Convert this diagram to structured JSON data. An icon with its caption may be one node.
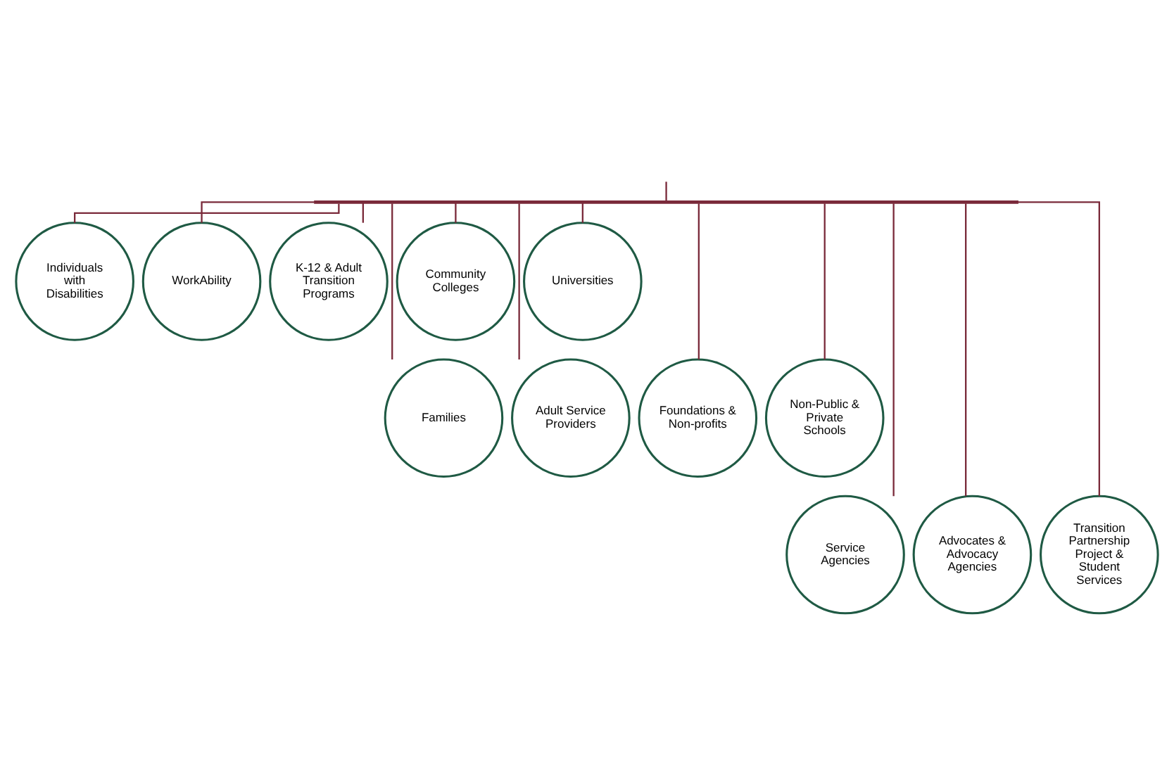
{
  "diagram": {
    "nodes": [
      {
        "text": [
          "Individuals with Disabilities"
        ]
      },
      {
        "text": [
          "WorkAbility"
        ]
      },
      {
        "text": [
          "K-12 & Adult Transition Programs"
        ]
      },
      {
        "text": [
          "Community Colleges"
        ]
      },
      {
        "text": [
          "Universities"
        ]
      },
      {
        "text": [
          "Families"
        ]
      },
      {
        "text": [
          "Adult Service Providers"
        ]
      },
      {
        "text": [
          "Foundations & Non-profits"
        ]
      },
      {
        "text": [
          "Non-Public & Private Schools"
        ]
      },
      {
        "text": [
          "Service Agencies"
        ]
      },
      {
        "text": [
          "Advocates & Advocacy Agencies"
        ]
      },
      {
        "text": [
          "Transition Partnership Project & Student Services"
        ]
      },
      {
        "text": [],
        "shape": "bar"
      }
    ],
    "edges": [
      {
        "from": null,
        "to": 12,
        "arrow": "none"
      },
      {
        "from": 12,
        "to": 0,
        "arrow": "none"
      },
      {
        "from": 12,
        "to": 5,
        "arrow": "none"
      },
      {
        "from": 12,
        "to": 1,
        "arrow": "none"
      },
      {
        "from": 12,
        "to": 9,
        "arrow": "none"
      },
      {
        "from": 12,
        "to": 6,
        "arrow": "none"
      },
      {
        "from": 12,
        "to": 2,
        "arrow": "none"
      },
      {
        "from": 12,
        "to": 10,
        "arrow": "none"
      },
      {
        "from": 12,
        "to": 7,
        "arrow": "none"
      },
      {
        "from": 12,
        "to": 3,
        "arrow": "none"
      },
      {
        "from": 12,
        "to": 11,
        "arrow": "none"
      },
      {
        "from": 12,
        "to": 8,
        "arrow": "none"
      },
      {
        "from": 12,
        "to": 4,
        "arrow": "none"
      }
    ]
  }
}
